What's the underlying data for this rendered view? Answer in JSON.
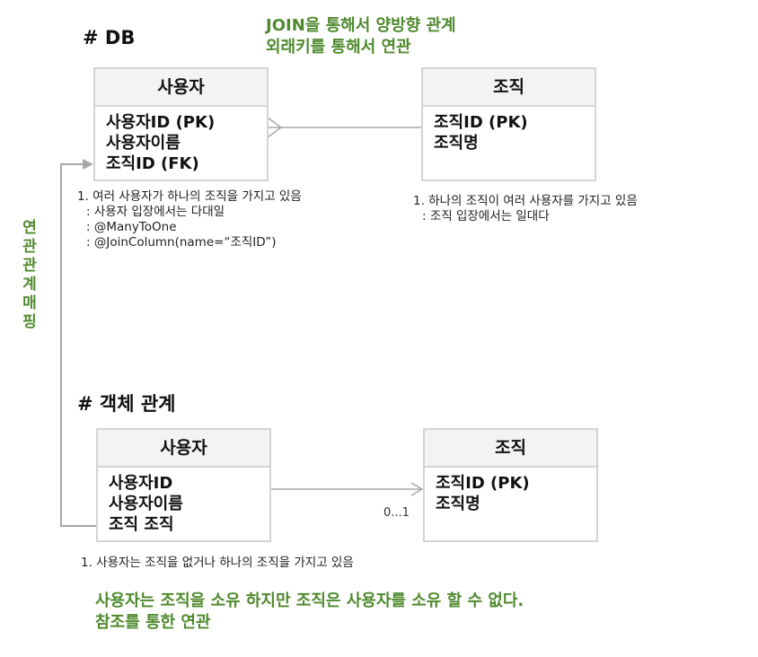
{
  "db_section": {
    "heading": "# DB",
    "notes": [
      "JOIN을 통해서 양방향 관계",
      "외래키를 통해서 연관"
    ],
    "user_entity": {
      "title": "사용자",
      "fields": [
        "사용자ID (PK)",
        "사용자이름",
        "조직ID (FK)"
      ]
    },
    "org_entity": {
      "title": "조직",
      "fields": [
        "조직ID (PK)",
        "조직명"
      ]
    },
    "user_note": [
      "1. 여러 사용자가 하나의 조직을 가지고 있음",
      "  : 사용자 입장에서는 다대일",
      "  : @ManyToOne",
      "  : @JoinColumn(name=“조직ID”)"
    ],
    "org_note": [
      "1. 하나의 조직이 여러 사용자를 가지고 있음",
      "  : 조직 입장에서는 일대다"
    ]
  },
  "side_label": "연관관계매핑",
  "object_section": {
    "heading": "# 객체 관계",
    "user_entity": {
      "title": "사용자",
      "fields": [
        "사용자ID",
        "사용자이름",
        "조직 조직"
      ]
    },
    "org_entity": {
      "title": "조직",
      "fields": [
        "조직ID (PK)",
        "조직명"
      ]
    },
    "cardinality": "0...1",
    "user_note": "1. 사용자는 조직을 없거나 하나의 조직을 가지고 있음",
    "summary": [
      "사용자는 조직을 소유 하지만 조직은 사용자를 소유 할 수 없다.",
      "참조를 통한 연관"
    ]
  },
  "colors": {
    "green_text": "#4f8a2e",
    "entity_border": "#d4d4d4",
    "entity_header_bg": "#f3f3f3",
    "connector": "#a8a8a8"
  }
}
